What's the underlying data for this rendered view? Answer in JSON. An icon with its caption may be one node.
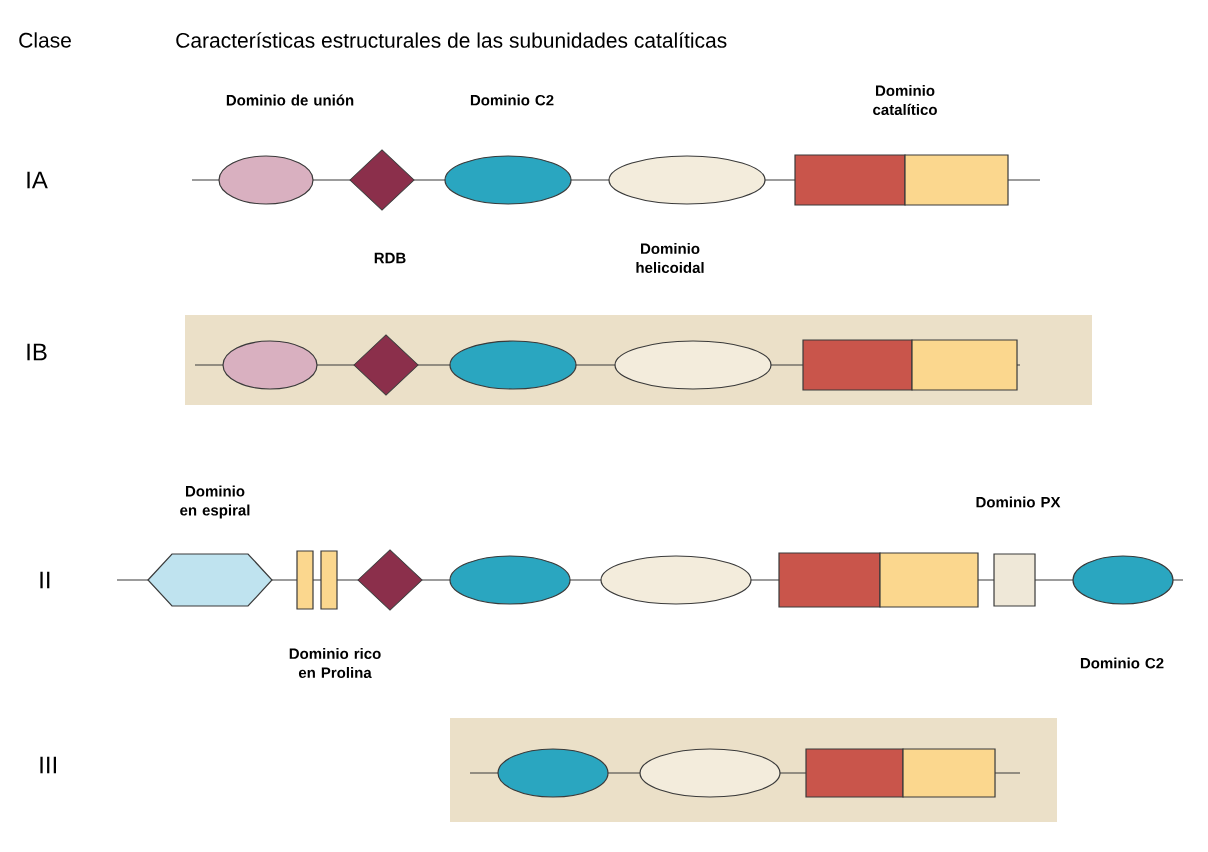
{
  "diagram": {
    "labels": [
      "Clase",
      "Características estructurales de las subunidades catalíticas",
      "Dominio de unión",
      "Dominio C2",
      "Dominio catalítico",
      "IA",
      "RDB",
      "Dominio helicoidal",
      "IB",
      "Dominio en espiral",
      "Dominio PX",
      "II",
      "Dominio rico en Prolina",
      "Dominio C2",
      "III"
    ]
  }
}
